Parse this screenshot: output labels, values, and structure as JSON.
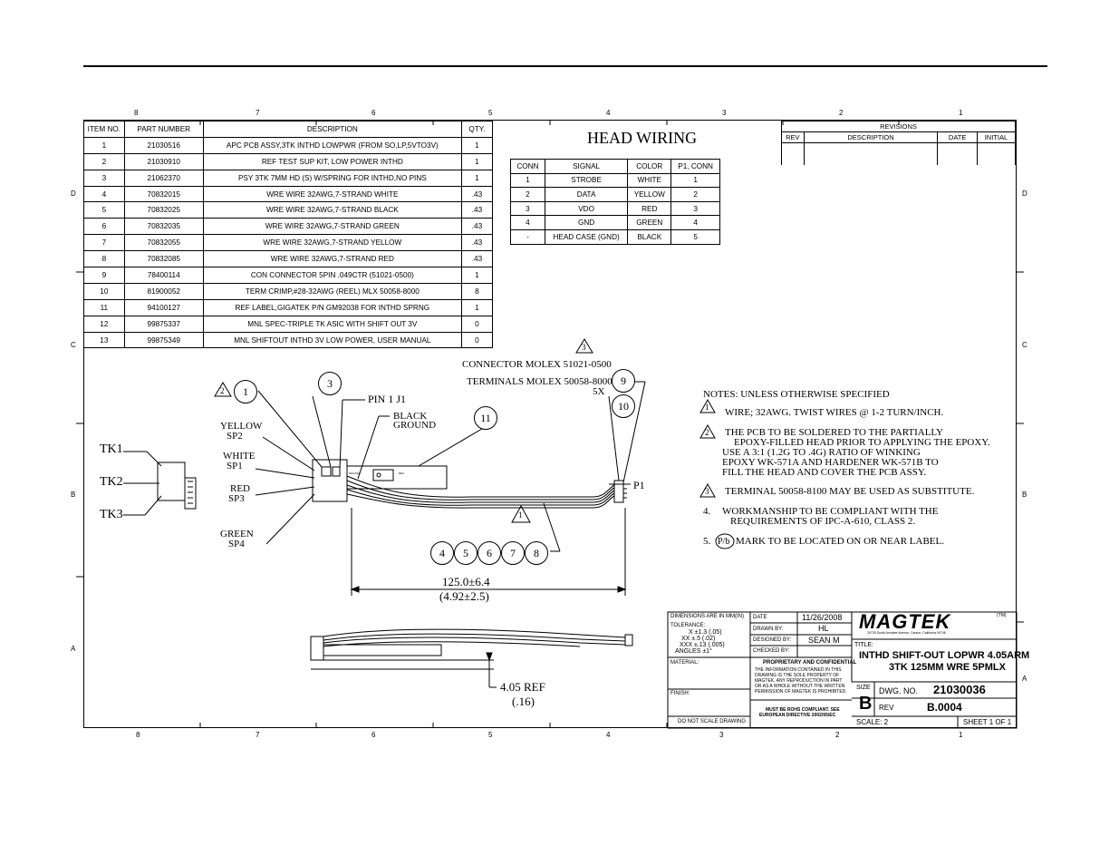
{
  "zones": {
    "cols_top": [
      "8",
      "7",
      "6",
      "5",
      "4",
      "3",
      "2",
      "1"
    ],
    "cols_bottom": [
      "8",
      "7",
      "6",
      "5",
      "4",
      "3",
      "2",
      "1"
    ],
    "rows_left": [
      "D",
      "C",
      "B",
      "A"
    ],
    "rows_right": [
      "D",
      "C",
      "B",
      "A"
    ]
  },
  "bom": {
    "headers": [
      "ITEM NO.",
      "PART NUMBER",
      "DESCRIPTION",
      "QTY."
    ],
    "rows": [
      [
        "1",
        "21030516",
        "APC PCB ASSY,3TK INTHD LOWPWR (FROM SO,LP,5VTO3V)",
        "1"
      ],
      [
        "2",
        "21030910",
        "REF TEST SUP KIT, LOW POWER INTHD",
        "1"
      ],
      [
        "3",
        "21062370",
        "PSY 3TK 7MM HD (S) W/SPRING FOR INTHD,NO PINS",
        "1"
      ],
      [
        "4",
        "70832015",
        "WRE WIRE 32AWG,7-STRAND WHITE",
        ".43"
      ],
      [
        "5",
        "70832025",
        "WRE WIRE 32AWG,7-STRAND BLACK",
        ".43"
      ],
      [
        "6",
        "70832035",
        "WRE WIRE 32AWG,7-STRAND GREEN",
        ".43"
      ],
      [
        "7",
        "70832055",
        "WRE WIRE 32AWG,7-STRAND YELLOW",
        ".43"
      ],
      [
        "8",
        "70832085",
        "WRE WIRE 32AWG,7-STRAND RED",
        ".43"
      ],
      [
        "9",
        "78400114",
        "CON CONNECTOR 5PIN .049CTR (51021-0500)",
        "1"
      ],
      [
        "10",
        "81900052",
        "TERM CRIMP,#28-32AWG (REEL) MLX 50058-8000",
        "8"
      ],
      [
        "11",
        "94100127",
        "REF LABEL,GIGATEK P/N GM92038 FOR INTHD SPRNG",
        "1"
      ],
      [
        "12",
        "99875337",
        "MNL SPEC-TRIPLE TK ASIC WITH SHIFT OUT 3V",
        "0"
      ],
      [
        "13",
        "99875349",
        "MNL SHIFTOUT INTHD 3V LOW POWER, USER MANUAL",
        "0"
      ]
    ]
  },
  "head_wiring": {
    "title": "HEAD WIRING",
    "headers": [
      "CONN",
      "SIGNAL",
      "COLOR",
      "P1, CONN"
    ],
    "rows": [
      [
        "1",
        "STROBE",
        "WHITE",
        "1"
      ],
      [
        "2",
        "DATA",
        "YELLOW",
        "2"
      ],
      [
        "3",
        "VDO",
        "RED",
        "3"
      ],
      [
        "4",
        "GND",
        "GREEN",
        "4"
      ],
      [
        "-",
        "HEAD CASE (GND)",
        "BLACK",
        "5"
      ]
    ]
  },
  "revisions": {
    "title": "REVISIONS",
    "headers": [
      "REV",
      "DESCRIPTION",
      "DATE",
      "INITIAL"
    ]
  },
  "callouts": {
    "connector": "CONNECTOR MOLEX 51021-0500",
    "terminals": "TERMINALS MOLEX 50058-8000",
    "five_x": "5X",
    "pin1": "PIN 1 J1",
    "black": "BLACK",
    "ground": "GROUND",
    "yellow": "YELLOW",
    "sp2": "SP2",
    "white": "WHITE",
    "sp1": "SP1",
    "red": "RED",
    "sp3": "SP3",
    "green": "GREEN",
    "sp4": "SP4",
    "tk1": "TK1",
    "tk2": "TK2",
    "tk3": "TK3",
    "p1": "P1",
    "dim_mm": "125.0±6.4",
    "dim_in": "(4.92±2.5)",
    "ref_mm": "4.05 REF",
    "ref_in": "(.16)",
    "label_text1": "MAGTEK",
    "label_text2": "REV"
  },
  "balloons": [
    "1",
    "3",
    "9",
    "10",
    "11",
    "4",
    "5",
    "6",
    "7",
    "8"
  ],
  "flags": [
    "1",
    "2",
    "3"
  ],
  "notes": {
    "heading": "NOTES: UNLESS OTHERWISE SPECIFIED",
    "n1": "WIRE; 32AWG. TWIST WIRES @ 1-2 TURN/INCH.",
    "n2a": "THE PCB TO BE SOLDERED TO THE PARTIALLY",
    "n2b": "EPOXY-FILLED HEAD PRIOR TO APPLYING THE EPOXY.",
    "n2c": "USE A 3:1 (1.2G TO .4G) RATIO OF WINKING",
    "n2d": "EPOXY WK-571A AND HARDENER WK-571B TO",
    "n2e": "FILL THE HEAD AND COVER THE PCB ASSY.",
    "n3": "TERMINAL 50058-8100 MAY BE USED AS SUBSTITUTE.",
    "n4num": "4.",
    "n4a": "WORKMANSHIP TO BE COMPLIANT WITH THE",
    "n4b": "REQUIREMENTS OF IPC-A-610, CLASS 2.",
    "n5num": "5.",
    "n5sym": "P/b",
    "n5": "MARK  TO BE LOCATED ON OR NEAR LABEL."
  },
  "title_block": {
    "dims_label": "DIMENSIONS ARE IN MM(IN)",
    "tolerance": "TOLERANCE:",
    "tol_x": "X    ±1.3 (.05)",
    "tol_xx": "XX   ±.5 (.02)",
    "tol_xxx": "XXX  ±.13 (.005)",
    "angles": "ANGLES ±1°",
    "material": "MATERIAL:",
    "finish": "FINISH:",
    "do_not_scale": "DO NOT SCALE DRAWING",
    "date_label": "DATE",
    "date": "11/26/2008",
    "drawn_label": "DRAWN BY:",
    "drawn": "HL",
    "designed_label": "DESIGNED BY:",
    "designed": "SEAN M",
    "checked_label": "CHECKED BY:",
    "prop_title": "PROPRIETARY AND CONFIDENTIAL",
    "prop_1": "THE INFORMATION CONTAINED IN THIS",
    "prop_2": "DRAWING IS THE SOLE PROPERTY OF",
    "prop_3": "MAGTEK. ANY REPRODUCTION IN PART",
    "prop_4": "OR AS A WHOLE WITHOUT THE WRITTEN",
    "prop_5": "PERMISSION OF MAGTEK IS PROHIBITED.",
    "rohs_1": "MUST BE ROHS COMPLIANT. SEE",
    "rohs_2": "EUROPEAN DIRECTIVE 2002/95/EC",
    "logo": "MAGTEK",
    "logo_tm": "(TM)",
    "address": "20725 South Annalee Avenue, Carson, California 90746",
    "title_label": "TITLE:",
    "title_1": "INTHD SHIFT-OUT LOPWR 4.05ARM",
    "title_2": "3TK 125MM WRE 5PMLX",
    "size_label": "SIZE",
    "size": "B",
    "dwg_label": "DWG.  NO.",
    "dwg": "21030036",
    "rev_label": "REV",
    "rev": "B.0004",
    "scale": "SCALE: 2",
    "sheet": "SHEET 1 OF 1"
  }
}
